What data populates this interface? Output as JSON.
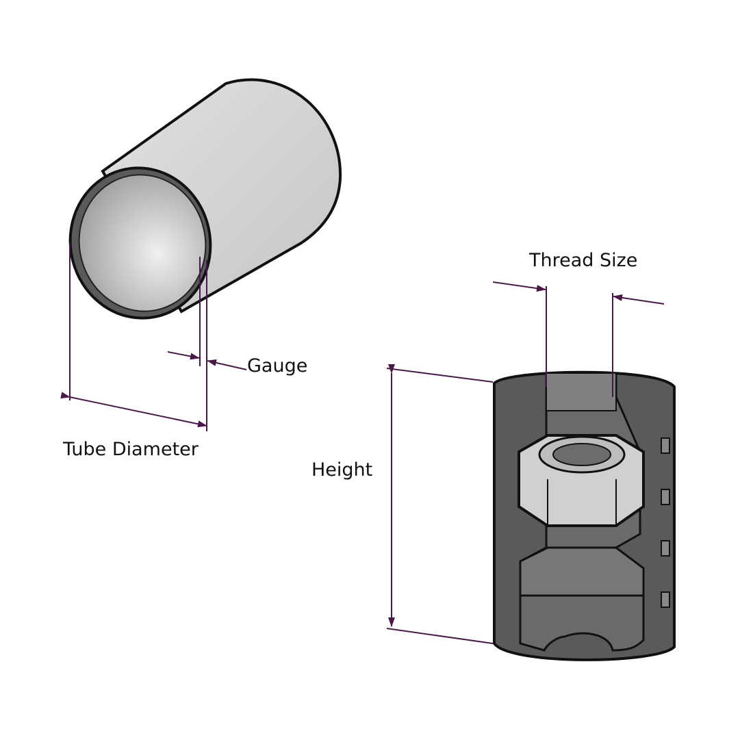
{
  "labels": {
    "thread_size": "Thread Size",
    "gauge": "Gauge",
    "tube_diameter": "Tube Diameter",
    "height": "Height"
  },
  "colors": {
    "dimension": "#4a1848",
    "tube_fill": "#d4d4d4",
    "insert_fill": "#5a5a5a",
    "nut_fill": "#c8c8c8"
  }
}
